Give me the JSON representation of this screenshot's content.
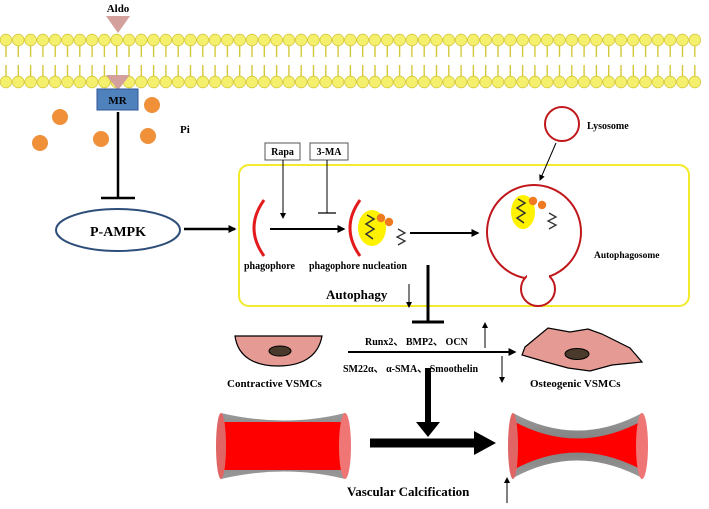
{
  "labels": {
    "aldo": "Aldo",
    "mr": "MR",
    "pi": "Pi",
    "p_ampk": "P-AMPK",
    "rapa": "Rapa",
    "three_ma": "3-MA",
    "lysosome": "Lysosome",
    "phagophore": "phagophore",
    "phagophore_nucleation": "phagophore  nucleation",
    "autophagosome": "Autophagosome",
    "autophagy": "Autophagy",
    "markers_up": "Runx2、 BMP2、 OCN",
    "markers_down": "SM22α、 α-SMA、 Smoothelin",
    "contractive": "Contractive VSMCs",
    "osteogenic": "Osteogenic VSMCs",
    "vascular_calcification": "Vascular  Calcification"
  },
  "colors": {
    "membrane_head": "#F5EF6E",
    "membrane_edge": "#D4C838",
    "aldo_triangle": "#D4A09C",
    "mr_box": "#4F81BD",
    "pi_dots": "#F0913A",
    "p_ampk_edge": "#2E4E7A",
    "autophagy_frame": "#F2EA2C",
    "red": "#E31A1C",
    "lysosome_edge": "#C0171C",
    "cargo": "#FFF200",
    "cargo_dots": "#F07A1F",
    "cell_fill": "#E59A93",
    "nucleus": "#4A3A2C",
    "vessel_wall": "#909090",
    "vessel_lumen": "#FF0000",
    "vessel_cap": "#F06666"
  }
}
